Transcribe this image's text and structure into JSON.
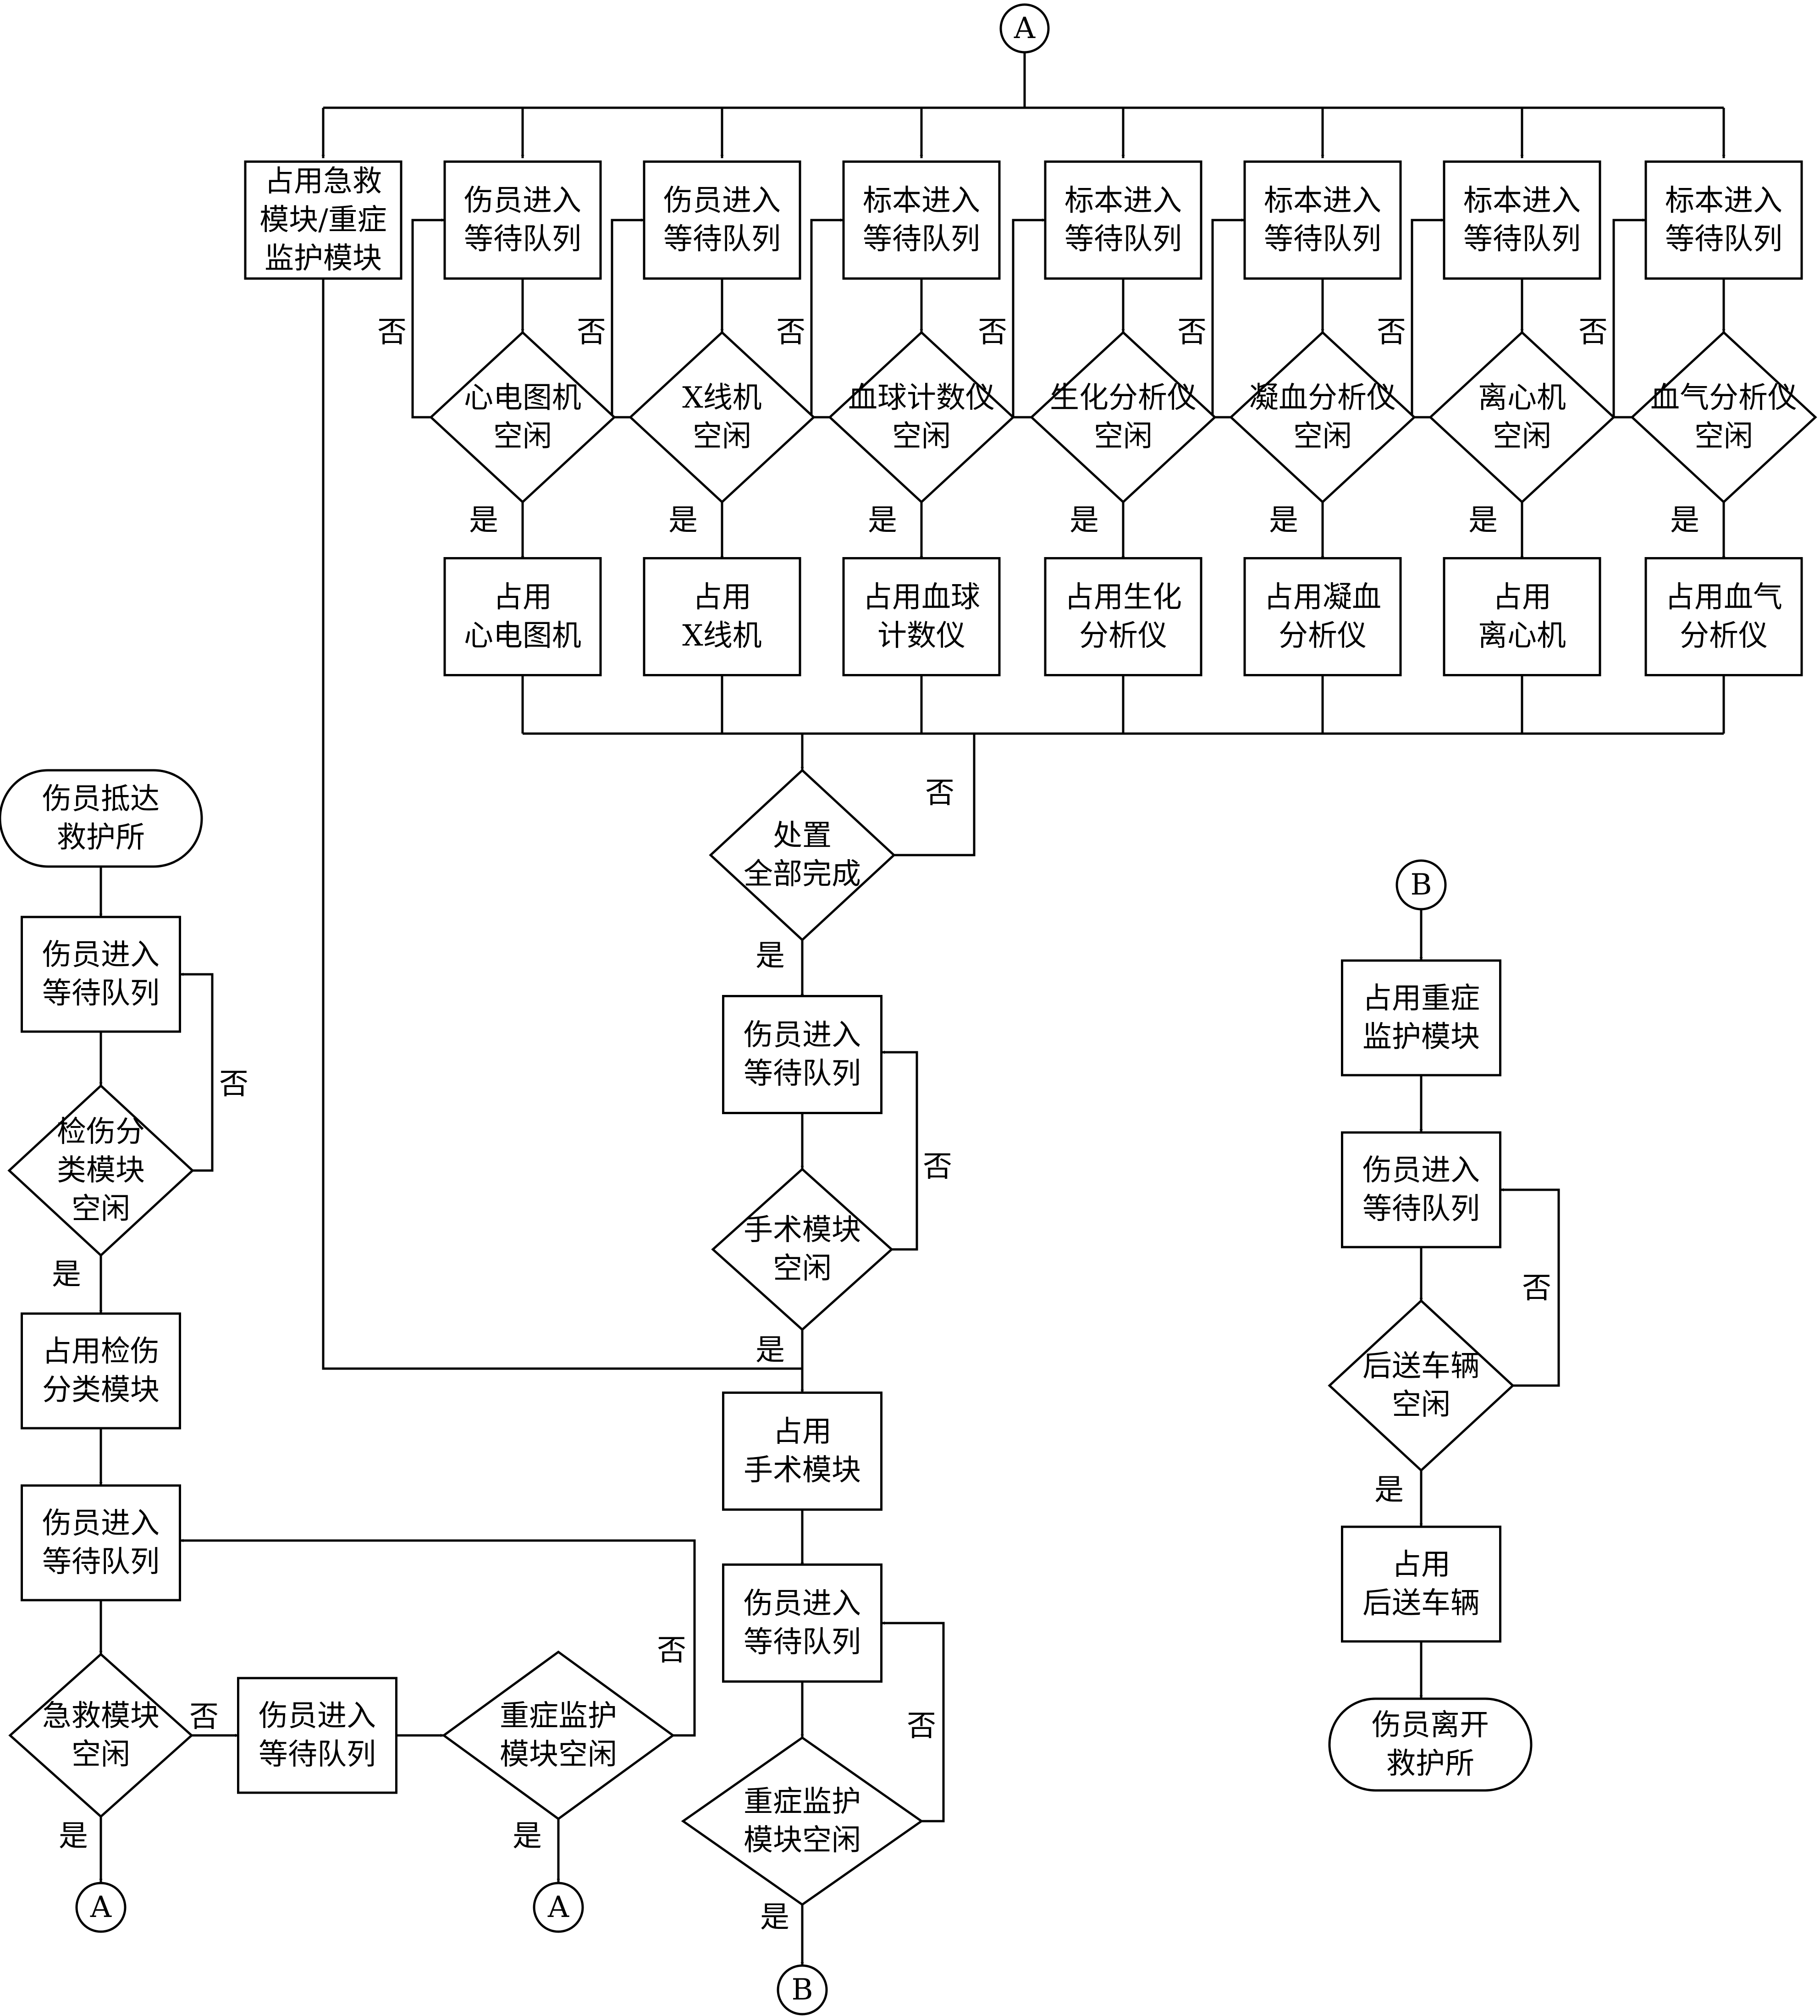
{
  "top_connector": {
    "label": "A"
  },
  "top_row": {
    "first_box": [
      "占用急救",
      "模块/重症",
      "监护模块"
    ],
    "queues": [
      {
        "box": [
          "伤员进入",
          "等待队列"
        ],
        "decision": [
          "心电图机",
          "空闲"
        ],
        "occupy": [
          "占用",
          "心电图机"
        ]
      },
      {
        "box": [
          "伤员进入",
          "等待队列"
        ],
        "decision": [
          "X线机",
          "空闲"
        ],
        "occupy": [
          "占用",
          "X线机"
        ]
      },
      {
        "box": [
          "标本进入",
          "等待队列"
        ],
        "decision": [
          "血球计数仪",
          "空闲"
        ],
        "occupy": [
          "占用血球",
          "计数仪"
        ]
      },
      {
        "box": [
          "标本进入",
          "等待队列"
        ],
        "decision": [
          "生化分析仪",
          "空闲"
        ],
        "occupy": [
          "占用生化",
          "分析仪"
        ]
      },
      {
        "box": [
          "标本进入",
          "等待队列"
        ],
        "decision": [
          "凝血分析仪",
          "空闲"
        ],
        "occupy": [
          "占用凝血",
          "分析仪"
        ]
      },
      {
        "box": [
          "标本进入",
          "等待队列"
        ],
        "decision": [
          "离心机",
          "空闲"
        ],
        "occupy": [
          "占用",
          "离心机"
        ]
      },
      {
        "box": [
          "标本进入",
          "等待队列"
        ],
        "decision": [
          "血气分析仪",
          "空闲"
        ],
        "occupy": [
          "占用血气",
          "分析仪"
        ]
      }
    ]
  },
  "center": {
    "done_decision": [
      "处置",
      "全部完成"
    ],
    "queue_surgery": [
      "伤员进入",
      "等待队列"
    ],
    "surgery_decision": [
      "手术模块",
      "空闲"
    ],
    "occupy_surgery": [
      "占用",
      "手术模块"
    ],
    "queue_icu": [
      "伤员进入",
      "等待队列"
    ],
    "icu_decision": [
      "重症监护",
      "模块空闲"
    ],
    "connector_b": "B"
  },
  "left": {
    "start": [
      "伤员抵达",
      "救护所"
    ],
    "queue_triage": [
      "伤员进入",
      "等待队列"
    ],
    "triage_decision": [
      "检伤分",
      "类模块",
      "空闲"
    ],
    "occupy_triage": [
      "占用检伤",
      "分类模块"
    ],
    "queue_emergency": [
      "伤员进入",
      "等待队列"
    ],
    "emergency_decision": [
      "急救模块",
      "空闲"
    ],
    "queue_icu": [
      "伤员进入",
      "等待队列"
    ],
    "icu_decision": [
      "重症监护",
      "模块空闲"
    ],
    "connector_a1": "A",
    "connector_a2": "A"
  },
  "right": {
    "connector_b": "B",
    "occupy_icu": [
      "占用重症",
      "监护模块"
    ],
    "queue_vehicle": [
      "伤员进入",
      "等待队列"
    ],
    "vehicle_decision": [
      "后送车辆",
      "空闲"
    ],
    "occupy_vehicle": [
      "占用",
      "后送车辆"
    ],
    "end": [
      "伤员离开",
      "救护所"
    ]
  },
  "labels": {
    "yes": "是",
    "no": "否"
  }
}
